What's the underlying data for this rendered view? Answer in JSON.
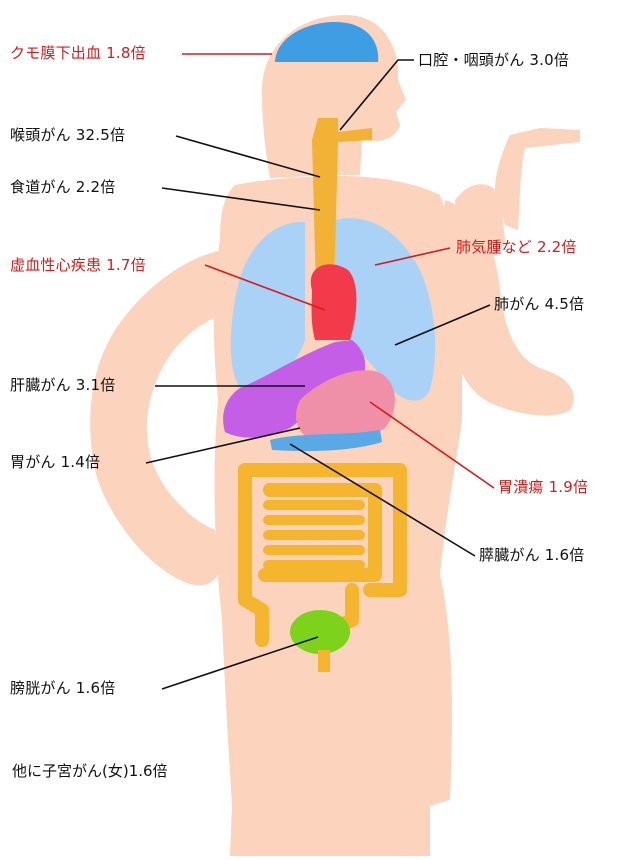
{
  "colors": {
    "body": "#fcd3bd",
    "brain": "#3f9de4",
    "lungs": "#aad2f7",
    "heart": "#f23a4b",
    "liver": "#c45ee6",
    "stomach": "#f090a8",
    "pancreas": "#58a9e6",
    "esophagus": "#f2b236",
    "intestine": "#f5b52e",
    "bladder": "#7cd31a",
    "line_black": "#111111",
    "line_red": "#d81b1b"
  },
  "labels": {
    "subarachnoid": "クモ膜下出血 1.8倍",
    "oral_pharynx": "口腔・咽頭がん 3.0倍",
    "larynx": "喉頭がん 32.5倍",
    "esophagus": "食道がん 2.2倍",
    "emphysema": "肺気腫など 2.2倍",
    "ischemic_heart": "虚血性心疾患 1.7倍",
    "lung": "肺がん 4.5倍",
    "liver": "肝臓がん 3.1倍",
    "stomach": "胃がん 1.4倍",
    "gastric_ulcer": "胃潰瘍 1.9倍",
    "pancreas": "膵臓がん 1.6倍",
    "bladder": "膀胱がん 1.6倍",
    "other": "他に子宮がん(女)1.6倍"
  }
}
